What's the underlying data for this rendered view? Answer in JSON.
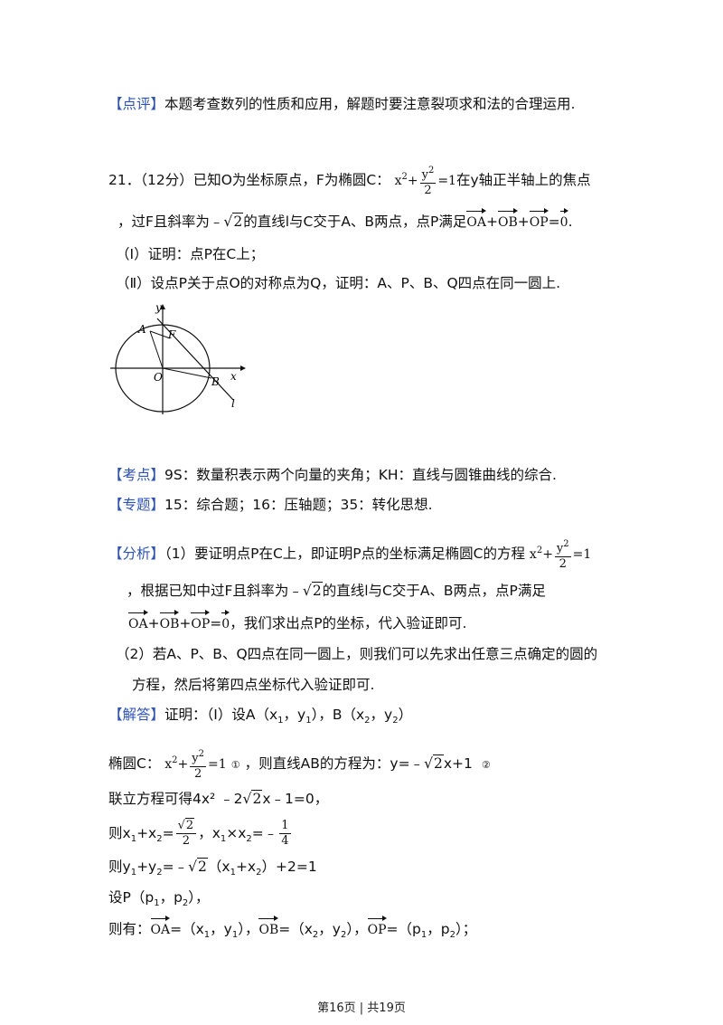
{
  "comment": {
    "tag": "【点评】",
    "text": "本题考查数列的性质和应用，解题时要注意裂项求和法的合理运用."
  },
  "problem": {
    "number": "21．（12分）已知O为坐标原点，F为椭圆C：",
    "eq_x2": "x",
    "eq_plus": "+",
    "eq_y2_num": "y",
    "eq_den": "2",
    "eq_rhs": "=1",
    "tail1": "在y轴正半轴上的焦点",
    "line2_a": "，过F且斜率为﹣",
    "sqrt2": "2",
    "line2_b": "的直线l与C交于A、B两点，点P满足",
    "vec_OA": "OA",
    "vec_OB": "OB",
    "vec_OP": "OP",
    "vec_zero": "0",
    "part1": "（Ⅰ）证明：点P在C上；",
    "part2": "（Ⅱ）设点P关于点O的对称点为Q，证明：A、P、B、Q四点在同一圆上."
  },
  "figure": {
    "labels": {
      "y": "y",
      "x": "x",
      "A": "A",
      "F": "F",
      "O": "O",
      "B": "B",
      "l": "l"
    }
  },
  "kaodian": {
    "tag": "【考点】",
    "text": "9S：数量积表示两个向量的夹角；KH：直线与圆锥曲线的综合."
  },
  "zhuanti": {
    "tag": "【专题】",
    "text": "15：综合题；16：压轴题；35：转化思想."
  },
  "fenxi": {
    "tag": "【分析】",
    "line1": "（1）要证明点P在C上，即证明P点的坐标满足椭圆C的方程",
    "line2_a": "，根据已知中过F且斜率为﹣",
    "line2_b": "的直线l与C交于A、B两点，点P满足",
    "line3": "，我们求出点P的坐标，代入验证即可.",
    "line4": "（2）若A、P、B、Q四点在同一圆上，则我们可以先求出任意三点确定的圆的",
    "line5": "方程，然后将第四点坐标代入验证即可."
  },
  "jieda": {
    "tag": "【解答】",
    "text": "证明：（Ⅰ）设A（x",
    "s1": "1",
    "c1": "，y",
    "c2": "），B（x",
    "s2": "2",
    "c3": "，y",
    "c4": "）"
  },
  "ellipse_line": {
    "a": "椭圆C：",
    "mid": "，则直线AB的方程为：y=﹣",
    "tail": "x+1",
    "circ1": "①",
    "circ2": "②"
  },
  "lianli": {
    "text": "联立方程可得4x² ﹣2",
    "tail": "x﹣1=0，"
  },
  "sum_x": {
    "a": "则x",
    "b": "+x",
    "c": "=",
    "d": "，x",
    "e": "×x",
    "f": "=﹣",
    "num": "1",
    "den": "4"
  },
  "sum_y": {
    "a": "则y",
    "b": "+y",
    "c": "=﹣",
    "d": "（x",
    "e": "+x",
    "f": "）+2=1"
  },
  "setP": {
    "a": "设P（p",
    "b": "，p",
    "c": "），"
  },
  "vectors": {
    "a": "则有：",
    "oa": "OA",
    "oa_eq": "=（x",
    "oa_c": "，y",
    "oa_e": "），",
    "ob": "OB",
    "ob_eq": "=（x",
    "ob_c": "，y",
    "ob_e": "），",
    "op": "OP",
    "op_eq": "=（p",
    "op_c": "，p",
    "op_e": "）；"
  },
  "footer": "第16页 | 共19页"
}
